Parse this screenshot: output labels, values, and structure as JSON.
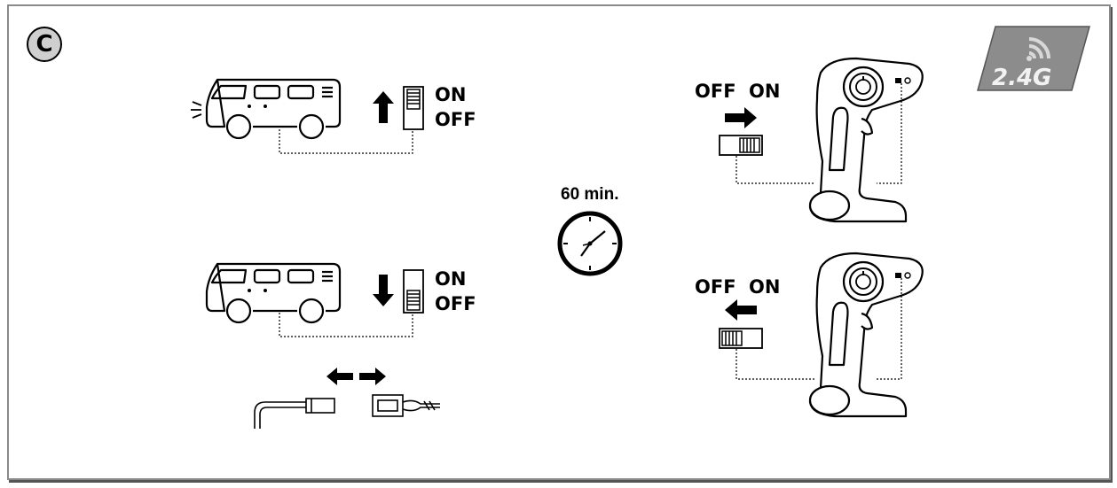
{
  "step": {
    "letter": "C"
  },
  "logo": {
    "text": "2.4G"
  },
  "vehicle_on": {
    "on_label": "ON",
    "off_label": "OFF"
  },
  "vehicle_off": {
    "on_label": "ON",
    "off_label": "OFF"
  },
  "timer": {
    "label": "60 min."
  },
  "transmitter_on": {
    "off_label": "OFF",
    "on_label": "ON"
  },
  "transmitter_off": {
    "off_label": "OFF",
    "on_label": "ON"
  }
}
